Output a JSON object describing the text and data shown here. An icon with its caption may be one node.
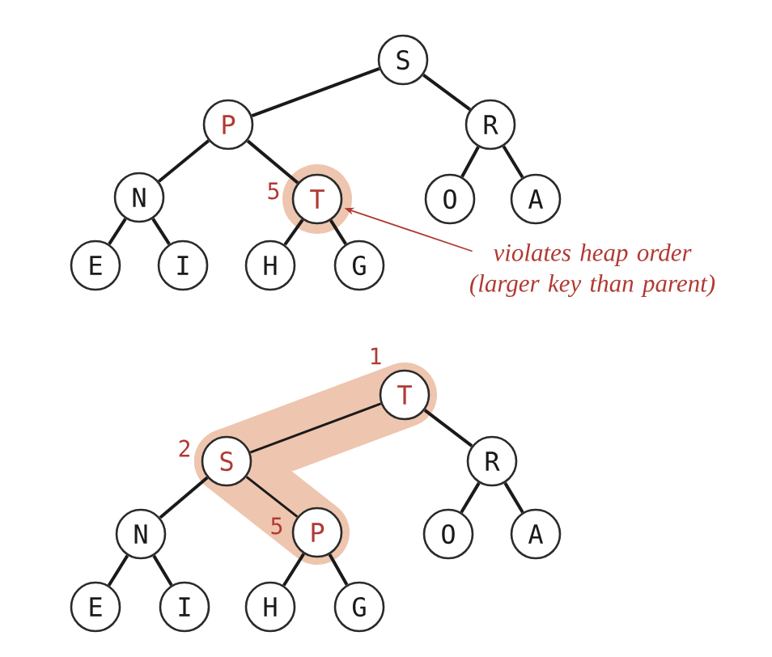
{
  "diagram": {
    "nodes": [
      {
        "text": [
          "S"
        ]
      },
      {
        "text": [
          "P"
        ]
      },
      {
        "text": [
          "R"
        ]
      },
      {
        "text": [
          "N"
        ]
      },
      {
        "text": [
          "T"
        ],
        "beside": [
          "5"
        ]
      },
      {
        "text": [
          "O"
        ]
      },
      {
        "text": [
          "A"
        ]
      },
      {
        "text": [
          "E"
        ]
      },
      {
        "text": [
          "I"
        ]
      },
      {
        "text": [
          "H"
        ]
      },
      {
        "text": [
          "G"
        ]
      },
      {
        "text": [
          "violates heap order (larger key than parent)"
        ]
      },
      {
        "text": [
          "T"
        ],
        "beside": [
          "1"
        ]
      },
      {
        "text": [
          "S"
        ],
        "beside": [
          "2"
        ]
      },
      {
        "text": [
          "R"
        ]
      },
      {
        "text": [
          "N"
        ]
      },
      {
        "text": [
          "P"
        ],
        "beside": [
          "5"
        ]
      },
      {
        "text": [
          "O"
        ]
      },
      {
        "text": [
          "A"
        ]
      },
      {
        "text": [
          "E"
        ]
      },
      {
        "text": [
          "I"
        ]
      },
      {
        "text": [
          "H"
        ]
      },
      {
        "text": [
          "G"
        ]
      }
    ],
    "edges": [
      {
        "from": 0,
        "to": 1,
        "arrow": "none"
      },
      {
        "from": 0,
        "to": 2,
        "arrow": "none"
      },
      {
        "from": 1,
        "to": 3,
        "arrow": "none"
      },
      {
        "from": 1,
        "to": 4,
        "arrow": "none"
      },
      {
        "from": 2,
        "to": 5,
        "arrow": "none"
      },
      {
        "from": 2,
        "to": 6,
        "arrow": "none"
      },
      {
        "from": 3,
        "to": 7,
        "arrow": "none"
      },
      {
        "from": 3,
        "to": 8,
        "arrow": "none"
      },
      {
        "from": 4,
        "to": 9,
        "arrow": "none"
      },
      {
        "from": 4,
        "to": 10,
        "arrow": "none"
      },
      {
        "from": 11,
        "to": 4,
        "arrow": "to",
        "color": "#b03a33"
      },
      {
        "from": 12,
        "to": 13,
        "arrow": "none"
      },
      {
        "from": 12,
        "to": 14,
        "arrow": "none"
      },
      {
        "from": 13,
        "to": 15,
        "arrow": "none"
      },
      {
        "from": 13,
        "to": 16,
        "arrow": "none"
      },
      {
        "from": 14,
        "to": 17,
        "arrow": "none"
      },
      {
        "from": 14,
        "to": 18,
        "arrow": "none"
      },
      {
        "from": 15,
        "to": 19,
        "arrow": "none"
      },
      {
        "from": 15,
        "to": 20,
        "arrow": "none"
      },
      {
        "from": 16,
        "to": 21,
        "arrow": "none"
      },
      {
        "from": 16,
        "to": 22,
        "arrow": "none"
      }
    ]
  }
}
